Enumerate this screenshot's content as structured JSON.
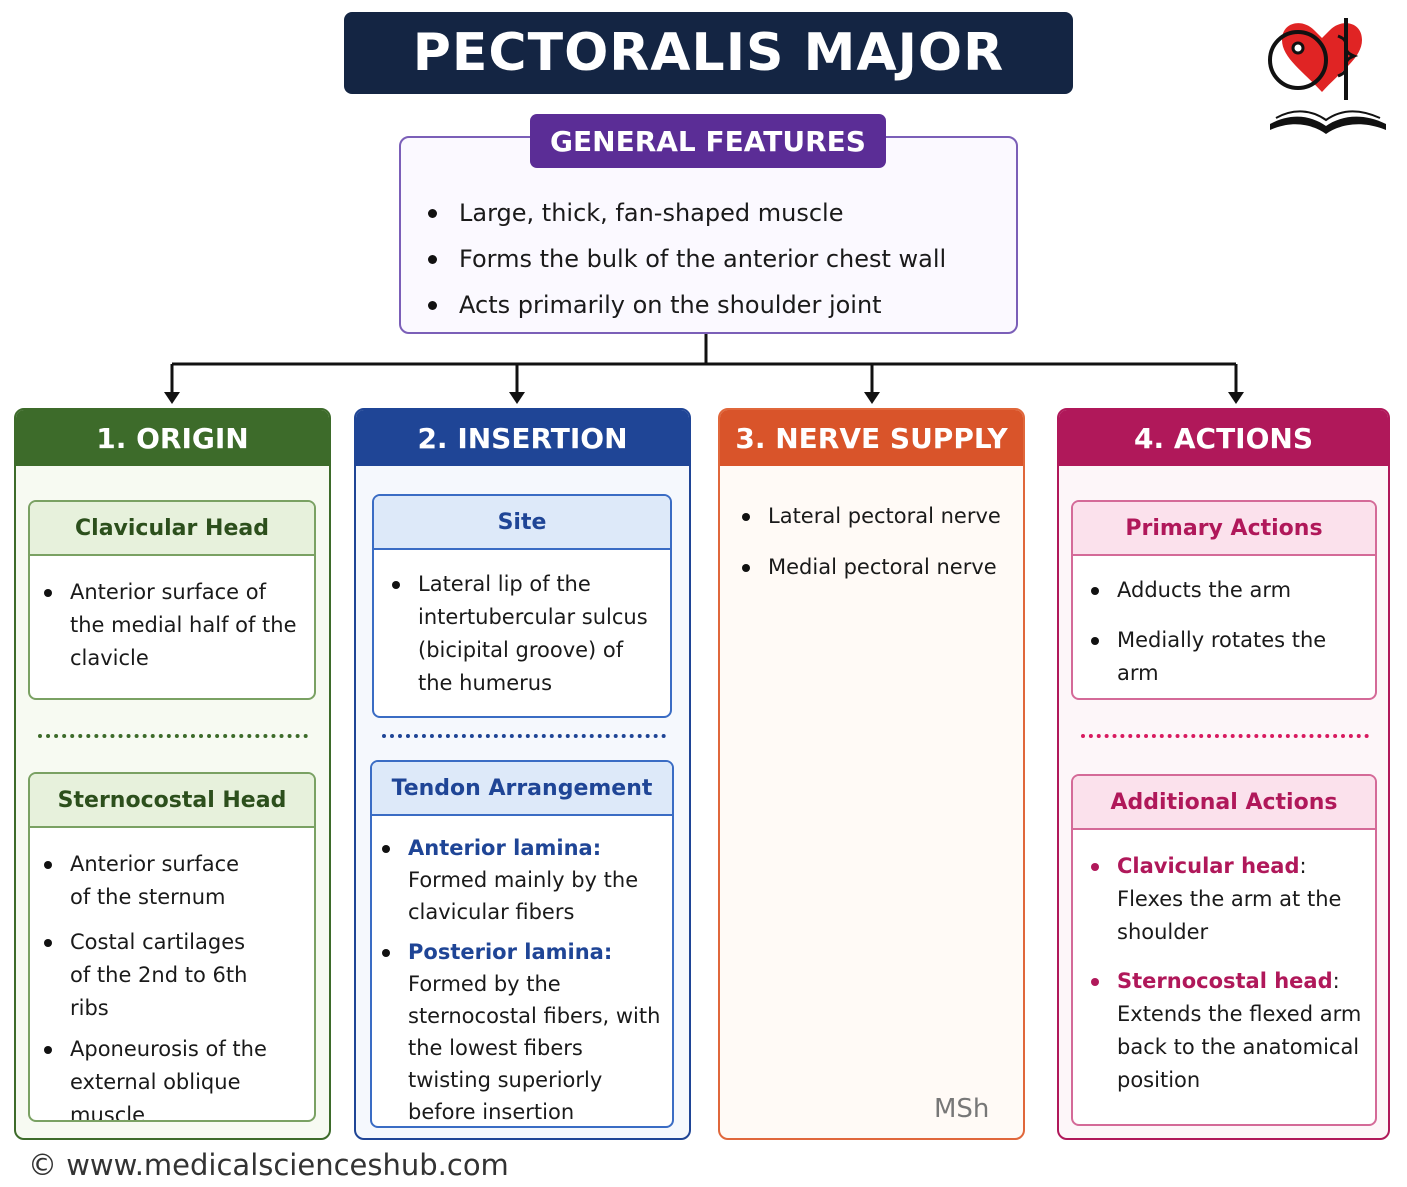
{
  "title": "PECTORALIS MAJOR",
  "general_features": {
    "heading": "GENERAL FEATURES",
    "items": [
      "Large, thick, fan-shaped muscle",
      "Forms the bulk of the anterior chest wall",
      "Acts primarily on the shoulder joint"
    ]
  },
  "origin": {
    "heading": "1. ORIGIN",
    "color": "#3d6b2a",
    "clavicular": {
      "heading": "Clavicular Head",
      "items": [
        "Anterior surface of the medial half of the clavicle"
      ]
    },
    "sternocostal": {
      "heading": "Sternocostal Head",
      "items": [
        "Anterior surface of the sternum",
        "Costal cartilages of the 2nd to 6th ribs",
        "Aponeurosis of the external oblique muscle"
      ]
    }
  },
  "insertion": {
    "heading": "2. INSERTION",
    "color": "#1f4596",
    "site": {
      "heading": "Site",
      "items": [
        "Lateral lip of the intertubercular sulcus (bicipital groove) of the humerus"
      ]
    },
    "tendon": {
      "heading": "Tendon Arrangement",
      "items": [
        {
          "label": "Anterior lamina:",
          "text": "Formed mainly by the clavicular fibers"
        },
        {
          "label": "Posterior lamina:",
          "text": "Formed by the sternocostal fibers, with the lowest fibers twisting superiorly before insertion"
        }
      ]
    }
  },
  "nerve_supply": {
    "heading": "3. NERVE SUPPLY",
    "color": "#d9542a",
    "items": [
      "Lateral pectoral nerve",
      "Medial pectoral nerve"
    ]
  },
  "actions": {
    "heading": "4. ACTIONS",
    "color": "#b0185a",
    "primary": {
      "heading": "Primary Actions",
      "items": [
        "Adducts the arm",
        "Medially rotates the arm"
      ]
    },
    "additional": {
      "heading": "Additional Actions",
      "items": [
        {
          "label": "Clavicular head",
          "text": ": Flexes the arm at the shoulder"
        },
        {
          "label": "Sternocostal head",
          "text": ": Extends the flexed arm back to the anatomical position"
        }
      ]
    }
  },
  "signature": "MSh",
  "footer": "© www.medicalscienceshub.com",
  "logo_icon": "heart-caduceus-book-icon"
}
